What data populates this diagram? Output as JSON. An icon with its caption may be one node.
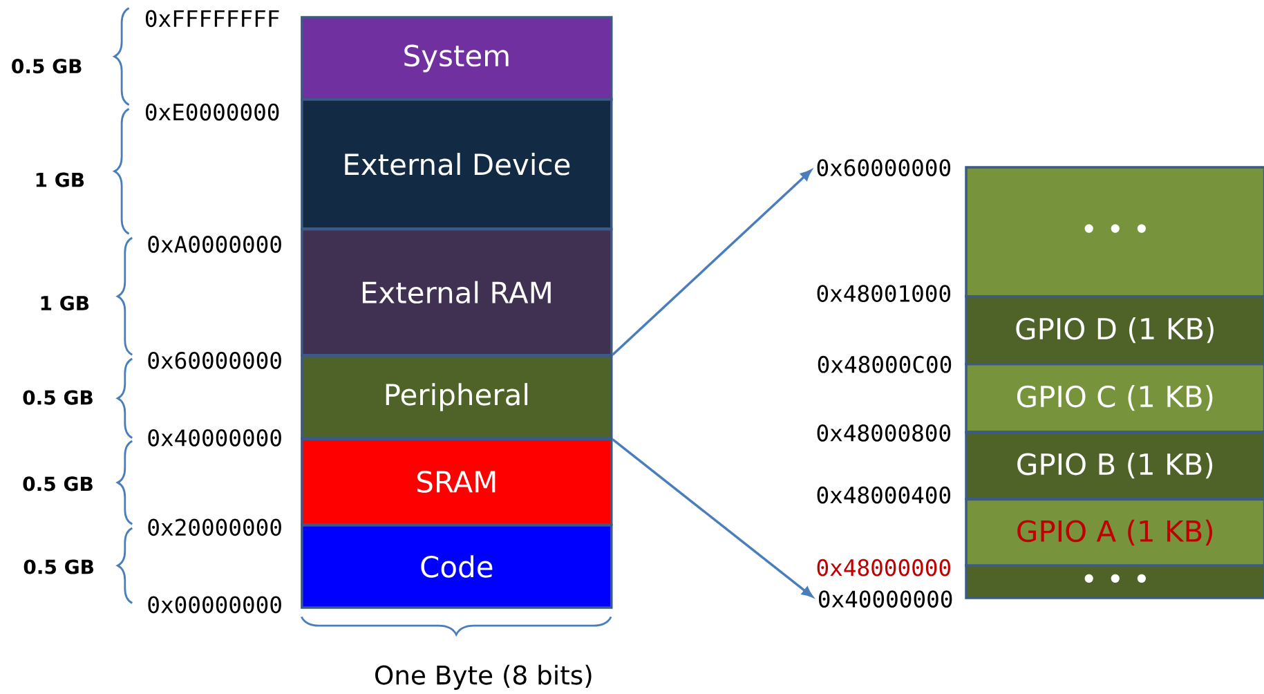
{
  "diagram": {
    "nodes": [
      {
        "text": [
          "System"
        ]
      },
      {
        "text": [
          "External Device"
        ]
      },
      {
        "text": [
          "External RAM"
        ]
      },
      {
        "text": [
          "Peripheral"
        ]
      },
      {
        "text": [
          "SRAM"
        ]
      },
      {
        "text": [
          "Code"
        ]
      },
      {
        "text": [
          "• • •"
        ]
      },
      {
        "text": [
          "GPIO D (1 KB)"
        ]
      },
      {
        "text": [
          "GPIO C (1 KB)"
        ]
      },
      {
        "text": [
          "GPIO B (1 KB)"
        ]
      },
      {
        "text": [
          "GPIO A (1 KB)"
        ]
      },
      {
        "text": [
          "• • •"
        ]
      },
      {
        "text": [
          "0x60000000"
        ]
      },
      {
        "text": [
          "0x40000000"
        ]
      }
    ],
    "edges": [
      {
        "from": 3,
        "to": 12,
        "arrow": "to"
      },
      {
        "from": 3,
        "to": 13,
        "arrow": "to"
      }
    ],
    "labels": [
      "0xFFFFFFFF",
      "0xE0000000",
      "0xA0000000",
      "0x60000000",
      "0x40000000",
      "0x20000000",
      "0x00000000",
      "0.5 GB",
      "1 GB",
      "1 GB",
      "0.5 GB",
      "0.5 GB",
      "0.5 GB",
      "0x48001000",
      "0x48000C00",
      "0x48000800",
      "0x48000400",
      "0x48000000",
      "One Byte (8 bits)"
    ]
  }
}
